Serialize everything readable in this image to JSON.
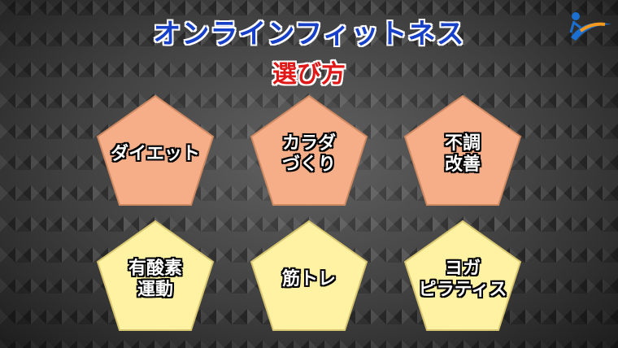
{
  "header": {
    "title": "オンラインフィットネス",
    "subtitle": "選び方"
  },
  "colors": {
    "title": "#1740c9",
    "subtitle": "#e01818",
    "top_row_fill": "#f5ae88",
    "bottom_row_fill": "#fff3a3"
  },
  "logo": {
    "icon": "figure-swoosh-logo-icon"
  },
  "cards": [
    {
      "lines": [
        "ダイエット"
      ]
    },
    {
      "lines": [
        "カラダ",
        "づくり"
      ]
    },
    {
      "lines": [
        "不調",
        "改善"
      ]
    },
    {
      "lines": [
        "有酸素",
        "運動"
      ]
    },
    {
      "lines": [
        "筋トレ"
      ]
    },
    {
      "lines": [
        "ヨガ",
        "ピラティス"
      ]
    }
  ]
}
